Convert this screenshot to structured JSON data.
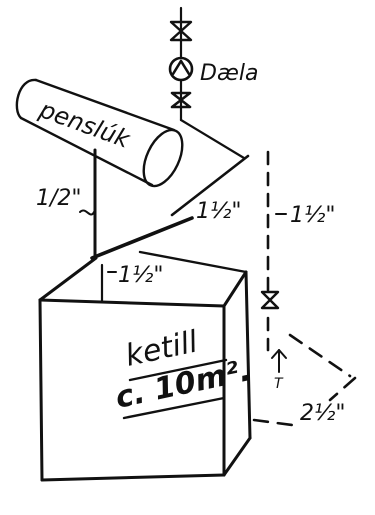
{
  "labels": {
    "pump": "Dæla",
    "header": "penslúk",
    "boiler_line1": "ketill",
    "boiler_line2": "c. 10m².",
    "size_left": "1/2\"",
    "size_mid_upper": "1½\"",
    "size_right_upper": "1½\"",
    "size_mid_lower": "1½\"",
    "size_bottom_right": "2½\"",
    "valve_mark": "T"
  },
  "colors": {
    "ink": "#111111",
    "paper": "#ffffff"
  }
}
